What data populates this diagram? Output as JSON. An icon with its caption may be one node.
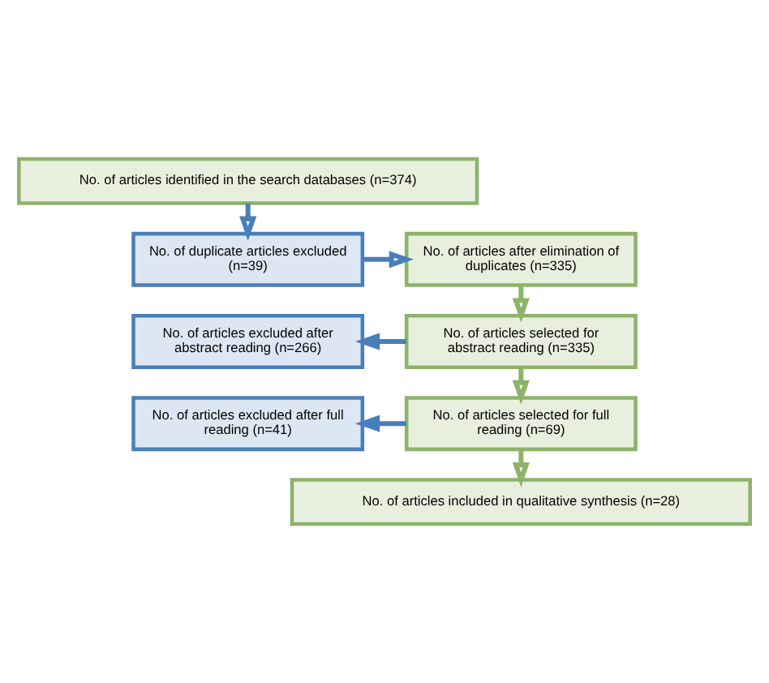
{
  "diagram": {
    "nodes": [
      {
        "text": [
          "No. of articles identified in the search databases (n=374)"
        ]
      },
      {
        "text": [
          "No. of duplicate articles excluded (n=39)"
        ]
      },
      {
        "text": [
          "No. of articles after elimination of duplicates (n=335)"
        ]
      },
      {
        "text": [
          "No. of articles excluded after abstract reading (n=266)"
        ]
      },
      {
        "text": [
          "No. of articles selected for abstract reading (n=335)"
        ]
      },
      {
        "text": [
          "No. of articles excluded after full reading (n=41)"
        ]
      },
      {
        "text": [
          "No. of articles selected for full reading (n=69)"
        ]
      },
      {
        "text": [
          "No. of articles included in qualitative synthesis (n=28)"
        ]
      }
    ],
    "edges": [
      {
        "from": 0,
        "to": 1,
        "arrow": "to"
      },
      {
        "from": 1,
        "to": 2,
        "arrow": "to"
      },
      {
        "from": 2,
        "to": 4,
        "arrow": "to",
        "color": "#8db36a"
      },
      {
        "from": 4,
        "to": 3,
        "arrow": "to"
      },
      {
        "from": 4,
        "to": 6,
        "arrow": "to",
        "color": "#8db36a"
      },
      {
        "from": 6,
        "to": 5,
        "arrow": "to"
      },
      {
        "from": 6,
        "to": 7,
        "arrow": "to",
        "color": "#8db36a"
      }
    ]
  }
}
